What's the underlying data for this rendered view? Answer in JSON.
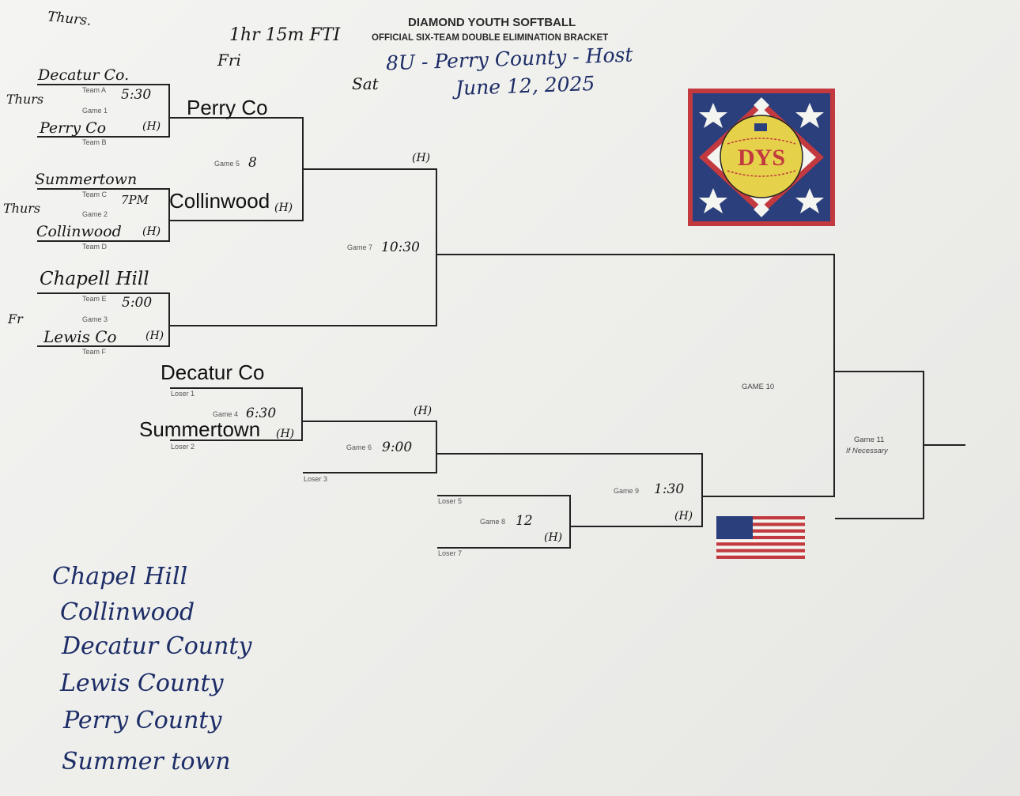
{
  "header": {
    "title": "DIAMOND YOUTH SOFTBALL",
    "subtitle": "OFFICIAL SIX-TEAM DOUBLE ELIMINATION BRACKET"
  },
  "handwritten": {
    "thurs_top": "Thurs.",
    "time_limit": "1hr 15m FTI",
    "fri": "Fri",
    "sat": "Sat",
    "event_line1": "8U - Perry County - Host",
    "event_line2": "June 12, 2025",
    "thurs_g1": "Thurs",
    "thurs_g2": "Thurs",
    "fri_g3": "Fr",
    "home": "(H)"
  },
  "games": {
    "g1": {
      "label": "Game 1",
      "time": "5:30",
      "team_a_tag": "Team A",
      "team_b_tag": "Team B",
      "team_a": "Decatur Co.",
      "team_b": "Perry Co"
    },
    "g2": {
      "label": "Game 2",
      "time": "7PM",
      "team_c_tag": "Team C",
      "team_d_tag": "Team D",
      "team_c": "Summertown",
      "team_d": "Collinwood"
    },
    "g3": {
      "label": "Game 3",
      "time": "5:00",
      "team_e_tag": "Team E",
      "team_f_tag": "Team F",
      "team_e": "Chapell Hill",
      "team_f": "Lewis Co"
    },
    "g4": {
      "label": "Game 4",
      "time": "6:30",
      "loser1_tag": "Loser 1",
      "loser2_tag": "Loser 2",
      "top": "Decatur Co",
      "bottom": "Summertown"
    },
    "g5": {
      "label": "Game 5",
      "time": "8",
      "top": "Perry Co",
      "bottom": "Collinwood"
    },
    "g6": {
      "label": "Game 6",
      "time": "9:00",
      "loser3_tag": "Loser 3"
    },
    "g7": {
      "label": "Game 7",
      "time": "10:30"
    },
    "g8": {
      "label": "Game 8",
      "time": "12",
      "loser5_tag": "Loser 5",
      "loser7_tag": "Loser 7"
    },
    "g9": {
      "label": "Game 9",
      "time": "1:30"
    },
    "g10": {
      "label": "GAME 10"
    },
    "g11": {
      "label": "Game 11",
      "note": "If Necessary"
    }
  },
  "logo": {
    "text": "DYS"
  },
  "team_list": [
    "Chapel Hill",
    "Collinwood",
    "Decatur County",
    "Lewis County",
    "Perry County",
    "Summer town"
  ],
  "colors": {
    "logo_navy": "#2b3f7c",
    "logo_red": "#c23a3f",
    "logo_yellow": "#e6d24a",
    "ink_blue": "#1c2c66"
  }
}
